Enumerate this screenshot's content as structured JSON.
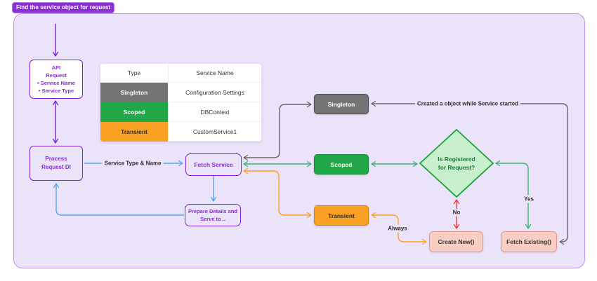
{
  "title": "Find the service object for request",
  "colors": {
    "accent_purple": "#7e22d6",
    "text_purple": "#8a2bd8",
    "badge_bg": "#8b2fd9",
    "canvas_bg": "#ebe3fa",
    "canvas_border": "#bb93ee",
    "blue": "#55a4f3",
    "gray": "#666666",
    "green": "#3cb371",
    "diamond_fill": "#c8f0cf",
    "diamond_border": "#19a433",
    "orange": "#ff9f26",
    "red": "#f2392c",
    "singleton_fill": "#747474",
    "scoped_fill": "#21a747",
    "transient_fill": "#f9a125",
    "result_fill": "#f8cdc4",
    "result_border": "#e5978c"
  },
  "nodes": {
    "api": {
      "line1": "API",
      "line2": "Request",
      "bullet1": "•  Service Name",
      "bullet2": "•  Service Type"
    },
    "process": {
      "line1": "Process",
      "line2": "Request DI"
    },
    "fetch_service": {
      "label": "Fetch Service"
    },
    "prepare": {
      "line1": "Prepare Details and",
      "line2": "Serve to .."
    },
    "singleton": {
      "label": "Singleton"
    },
    "scoped": {
      "label": "Scoped"
    },
    "transient": {
      "label": "Transient"
    },
    "decision": {
      "line1": "Is Registered",
      "line2": "for Request?"
    },
    "create_new": {
      "label": "Create New()"
    },
    "fetch_existing": {
      "label": "Fetch Existing()"
    }
  },
  "edge_labels": {
    "service_type_name": "Service Type & Name",
    "created_object": "Created a object while Service started",
    "always": "Always",
    "no": "No",
    "yes": "Yes"
  },
  "table": {
    "headers": [
      "Type",
      "Service Name"
    ],
    "rows": [
      {
        "type": "Singleton",
        "service": "Configuration Settings"
      },
      {
        "type": "Scoped",
        "service": "DBContext"
      },
      {
        "type": "Transient",
        "service": "CustomService1"
      }
    ]
  }
}
